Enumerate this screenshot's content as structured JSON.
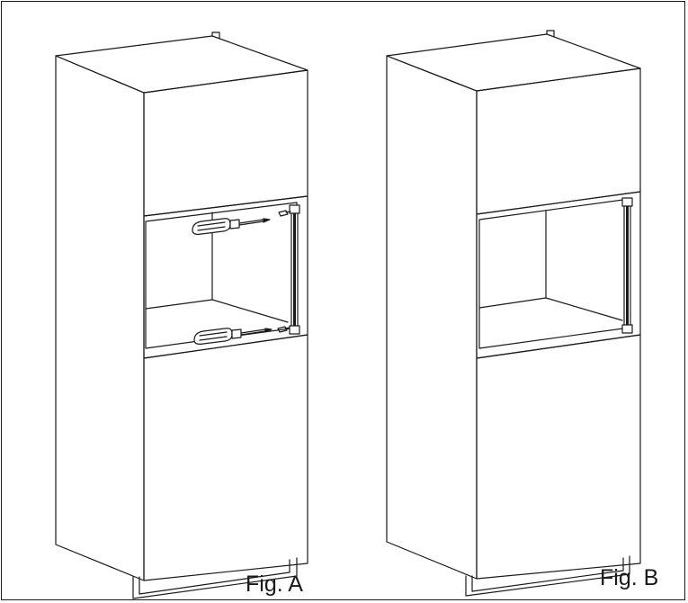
{
  "figures": [
    {
      "id": "fig-a",
      "label": "Fig. A",
      "screwdrivers": true
    },
    {
      "id": "fig-b",
      "label": "Fig. B",
      "screwdrivers": false
    }
  ],
  "colors": {
    "line": "#1a1a1a",
    "background": "#ffffff"
  }
}
